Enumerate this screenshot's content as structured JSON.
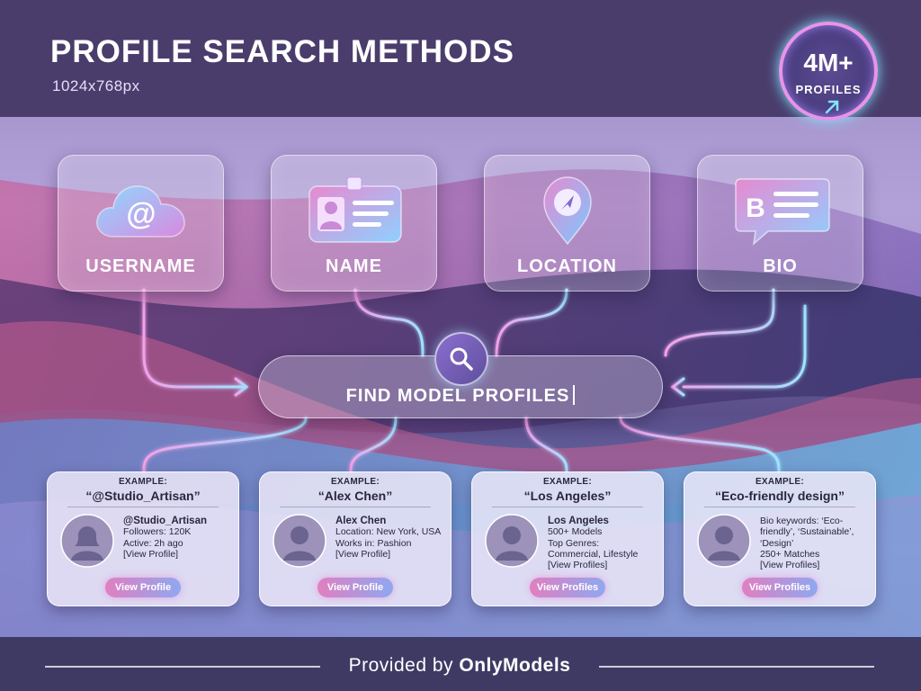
{
  "header": {
    "title": "PROFILE SEARCH METHODS",
    "subtitle": "1024x768px"
  },
  "badge": {
    "value": "4M+",
    "label": "PROFILES",
    "icon": "arrow-up-right-icon"
  },
  "methods": [
    {
      "label": "USERNAME",
      "icon": "cloud-at-icon"
    },
    {
      "label": "NAME",
      "icon": "id-card-icon"
    },
    {
      "label": "LOCATION",
      "icon": "location-pin-icon"
    },
    {
      "label": "BIO",
      "icon": "chat-bubble-b-icon"
    }
  ],
  "search": {
    "text": "FIND MODEL PROFILES",
    "icon": "search-icon"
  },
  "examples": [
    {
      "heading": "EXAMPLE:",
      "query": "“@Studio_Artisan”",
      "lines": [
        "@Studio_Artisan",
        "Followers: 120K",
        "Active: 2h ago",
        "[View Profile]"
      ],
      "button": "View Profile"
    },
    {
      "heading": "EXAMPLE:",
      "query": "“Alex Chen”",
      "lines": [
        "Alex Chen",
        "Location: New York, USA",
        "Works in: Pashion",
        "[View Profile]"
      ],
      "button": "View Profile"
    },
    {
      "heading": "EXAMPLE:",
      "query": "“Los Angeles”",
      "lines": [
        "Los Angeles",
        "500+ Models",
        "Top Genres:",
        "Commercial, Lifestyle",
        "[View Profiles]"
      ],
      "button": "View Profiles"
    },
    {
      "heading": "EXAMPLE:",
      "query": "“Eco-friendly design”",
      "lines": [
        "Bio keywords: ‘Eco-",
        "friendly’, ‘Sustainable’,",
        "‘Design’",
        "250+ Matches",
        "[View Profiles]"
      ],
      "button": "View Profiles"
    }
  ],
  "footer": {
    "prefix": "Provided by",
    "brand": "OnlyModels"
  },
  "colors": {
    "accent_pink": "#e994e6",
    "accent_cyan": "#7ee6ff",
    "footer_bg": "#3f3a64"
  }
}
